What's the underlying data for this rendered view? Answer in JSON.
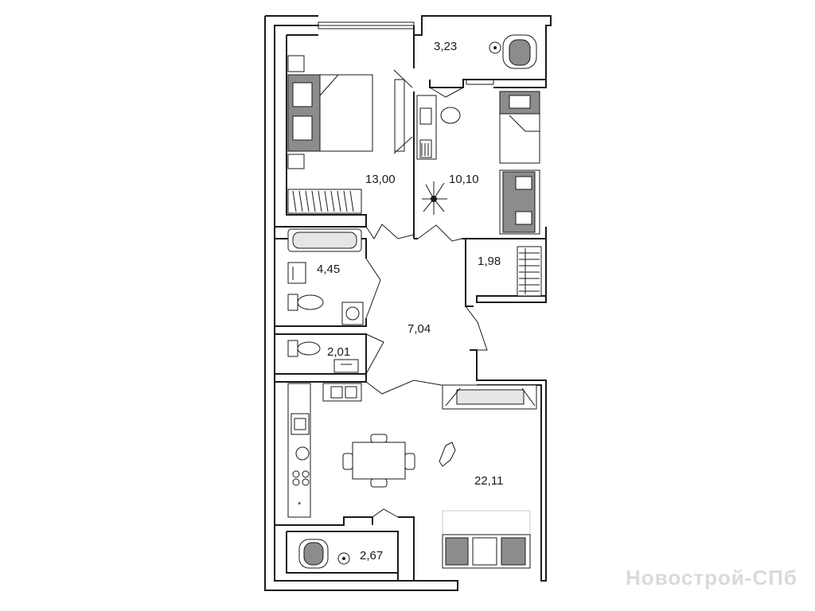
{
  "rooms": [
    {
      "id": "balcony-top",
      "area": "3,23"
    },
    {
      "id": "bedroom-1",
      "area": "13,00"
    },
    {
      "id": "bedroom-2",
      "area": "10,10"
    },
    {
      "id": "bathroom",
      "area": "4,45"
    },
    {
      "id": "closet",
      "area": "1,98"
    },
    {
      "id": "hallway",
      "area": "7,04"
    },
    {
      "id": "toilet",
      "area": "2,01"
    },
    {
      "id": "living-kitchen",
      "area": "22,11"
    },
    {
      "id": "balcony-bottom",
      "area": "2,67"
    }
  ],
  "watermark": "Новострой-СПб",
  "colors": {
    "wall": "#1a1a1a",
    "furniture_fill": "#8c8c8c",
    "light_fill": "#e6e6e6"
  }
}
